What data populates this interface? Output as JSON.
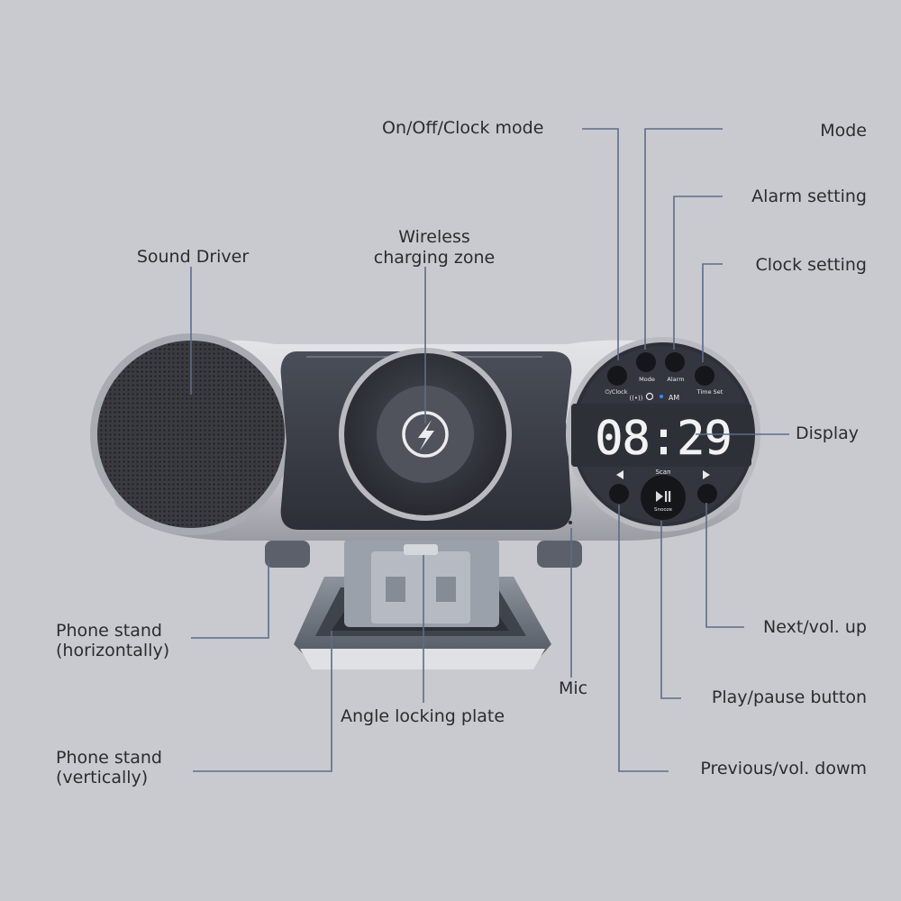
{
  "labels": {
    "on_off_clock_mode": "On/Off/Clock mode",
    "mode": "Mode",
    "alarm_setting": "Alarm setting",
    "clock_setting": "Clock setting",
    "sound_driver": "Sound Driver",
    "wireless_charging_line1": "Wireless",
    "wireless_charging_line2": "charging zone",
    "display": "Display",
    "phone_stand_h_line1": "Phone stand",
    "phone_stand_h_line2": "(horizontally)",
    "next_vol_up": "Next/vol. up",
    "mic": "Mic",
    "play_pause_button": "Play/pause button",
    "angle_locking_plate": "Angle locking plate",
    "phone_stand_v_line1": "Phone stand",
    "phone_stand_v_line2": "(vertically)",
    "previous_vol_down": "Previous/vol. dowm"
  },
  "device": {
    "display_time": "08:29",
    "btn_clock": "⏻/Clock",
    "btn_mode": "Mode",
    "btn_alarm": "Alarm",
    "btn_timeset": "Time Set",
    "scan": "Scan",
    "am_pm": "AM",
    "snooze": "Snooze"
  },
  "colors": {
    "background": "#c9cacf",
    "leader_line": "#5d6d88",
    "label_text": "#2b2c30",
    "display_digits": "#f2f2f2",
    "body_dark": "#3b3f48"
  }
}
